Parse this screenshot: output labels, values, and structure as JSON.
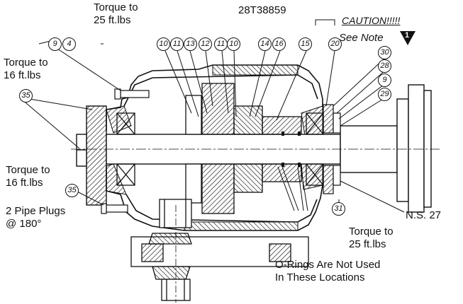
{
  "labels": {
    "torque_top": "Torque to\n25 ft.lbs",
    "torque_left_upper": "Torque to\n16 ft.lbs",
    "torque_left_lower": "Torque to\n16 ft.lbs",
    "pipe_plugs": "2 Pipe Plugs\n@ 180°",
    "part_number": "28T38859",
    "caution": "CAUTION!!!!!",
    "see_note": "See Note",
    "note_number": "1",
    "ns_label": "N.S. 27",
    "torque_bottom_right": "Torque to\n25 ft.lbs",
    "orings": "O-Rings Are Not Used\nIn These Locations"
  },
  "balloons": {
    "b9_top": "9",
    "b4": "4",
    "b10a": "10",
    "b11a": "11",
    "b13": "13",
    "b12": "12",
    "b11b": "11",
    "b10b": "10",
    "b14": "14",
    "b16": "16",
    "b15": "15",
    "b20": "20",
    "b30": "30",
    "b28": "28",
    "b9_right": "9",
    "b29": "29",
    "b35_upper": "35",
    "b35_lower": "35",
    "b31": "31"
  }
}
